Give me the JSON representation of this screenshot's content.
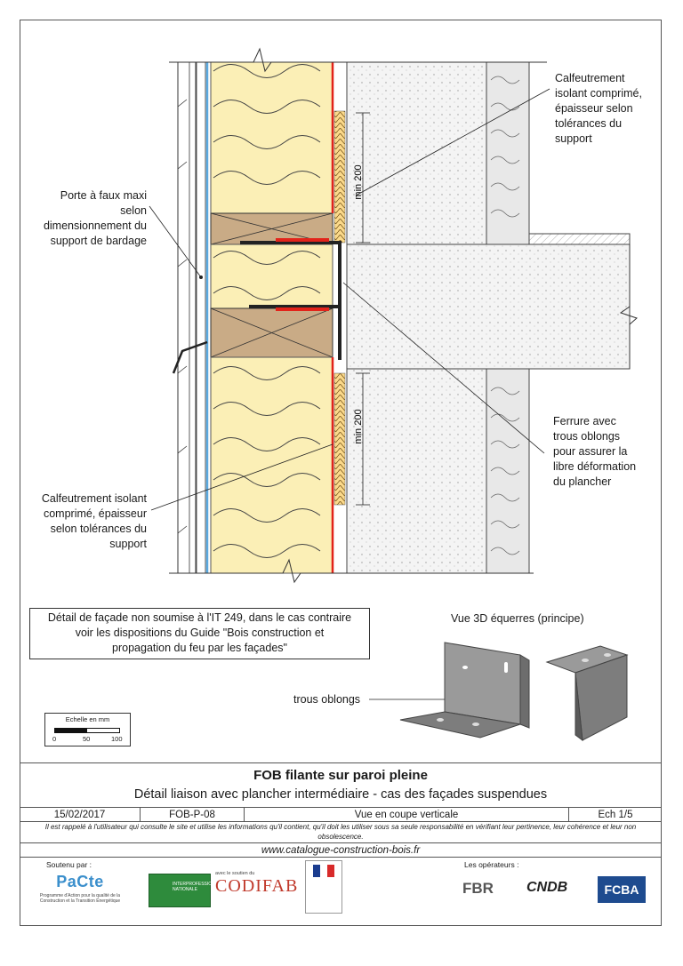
{
  "drawing": {
    "annotations": {
      "top_right": [
        "Calfeutrement",
        "isolant comprimé,",
        "épaisseur selon",
        "tolérances du",
        "support"
      ],
      "left_top": [
        "Porte à faux maxi",
        "selon",
        "dimensionnement du",
        "support de bardage"
      ],
      "right_bottom": [
        "Ferrure avec",
        "trous oblongs",
        "pour assurer la",
        "libre déformation",
        "du plancher"
      ],
      "left_bottom": [
        "Calfeutrement isolant",
        "comprimé, épaisseur",
        "selon tolérances du",
        "support"
      ],
      "dim_top": "min 200",
      "dim_bottom": "min 200"
    },
    "note": [
      "Détail de façade non soumise à l'IT 249, dans le cas contraire",
      "voir les dispositions du Guide \"Bois construction et",
      "propagation du feu par les façades\""
    ],
    "view_3d_title": "Vue 3D équerres (principe)",
    "holes_label": "trous oblongs",
    "scale": {
      "title": "Echelle en mm",
      "ticks": [
        "0",
        "50",
        "100"
      ]
    }
  },
  "title_block": {
    "title": "FOB filante sur paroi pleine",
    "subtitle": "Détail liaison avec plancher intermédiaire - cas des façades suspendues",
    "date": "15/02/2017",
    "code": "FOB-P-08",
    "view": "Vue en coupe verticale",
    "scale": "Ech 1/5",
    "disclaimer": "Il est rappelé à l'utilisateur qui consulte le site et utilise les informations qu'il contient, qu'il doit les utiliser sous sa seule responsabilité en vérifiant leur pertinence, leur cohérence et leur non obsolescence.",
    "website": "www.catalogue-construction-bois.fr",
    "supported_by": "Soutenu par :",
    "operators": "Les opérateurs :"
  },
  "logos": {
    "pacte": "PaCte",
    "pacte_sub": "Programme d'Action pour la qualité de la Construction et la Transition Énergétique",
    "france_bois": "INTERPROFESSION NATIONALE",
    "codifab_pre": "avec le soutien du",
    "codifab": "CODIFAB",
    "fbr": "FBR",
    "cndb": "CNDB",
    "fcba": "FCBA"
  },
  "colors": {
    "insulation": "#fbefb6",
    "timber": "#c9ab86",
    "concrete": "#f2f2f2",
    "membrane_red": "#e2231a",
    "cladding_blue": "#5aa9e0",
    "bracket": "#222222"
  }
}
